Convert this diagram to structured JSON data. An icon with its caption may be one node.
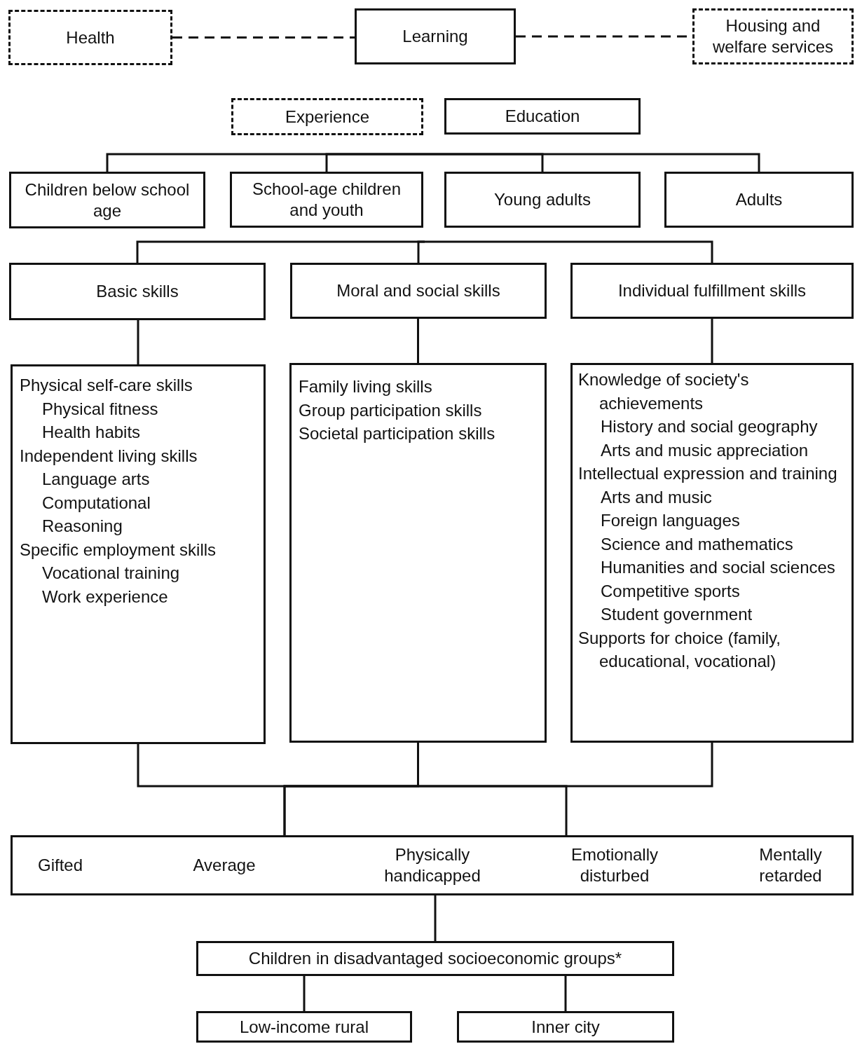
{
  "diagram": {
    "nodes": [
      {
        "text": [
          "Health"
        ]
      },
      {
        "text": [
          "Learning"
        ]
      },
      {
        "text": [
          "Housing and welfare services"
        ]
      },
      {
        "text": [
          "Experience"
        ]
      },
      {
        "text": [
          "Education"
        ]
      },
      {
        "text": [
          "Children below school age"
        ]
      },
      {
        "text": [
          "School-age children and youth"
        ]
      },
      {
        "text": [
          "Young adults"
        ]
      },
      {
        "text": [
          "Adults"
        ]
      },
      {
        "text": [
          "Basic skills"
        ]
      },
      {
        "text": [
          "Moral and social skills"
        ]
      },
      {
        "text": [
          "Individual fulfillment skills"
        ]
      },
      {
        "text": [
          "Physical self-care skills",
          "Physical fitness",
          "Health habits",
          "Independent living skills",
          "Language arts",
          "Computational",
          "Reasoning",
          "Specific employment skills",
          "Vocational training",
          "Work experience"
        ]
      },
      {
        "text": [
          "Family living skills",
          "Group participation skills",
          "Societal participation skills"
        ]
      },
      {
        "text": [
          "Knowledge of society's achievements",
          "History and social geography",
          "Arts and music appreciation",
          "Intellectual expression and training",
          "Arts and music",
          "Foreign languages",
          "Science and mathematics",
          "Humanities and social sciences",
          "Competitive sports",
          "Student government",
          "Supports for choice (family, educational, vocational)"
        ]
      },
      {
        "text": [
          "Gifted",
          "Average",
          "Physically handicapped",
          "Emotionally disturbed",
          "Mentally retarded"
        ]
      },
      {
        "text": [
          "Children in disadvantaged socioeconomic groups*"
        ]
      },
      {
        "text": [
          "Low-income rural"
        ]
      },
      {
        "text": [
          "Inner city"
        ]
      }
    ],
    "edges": [
      {
        "from": 0,
        "to": 1,
        "arrow": "none",
        "style": "dashed"
      },
      {
        "from": 1,
        "to": 2,
        "arrow": "none",
        "style": "dashed"
      },
      {
        "from": null,
        "to": 5,
        "arrow": "none"
      },
      {
        "from": null,
        "to": 6,
        "arrow": "none"
      },
      {
        "from": null,
        "to": 7,
        "arrow": "none"
      },
      {
        "from": null,
        "to": 8,
        "arrow": "none"
      },
      {
        "from": null,
        "to": 9,
        "arrow": "none"
      },
      {
        "from": null,
        "to": 10,
        "arrow": "none"
      },
      {
        "from": null,
        "to": 11,
        "arrow": "none"
      },
      {
        "from": 9,
        "to": 12,
        "arrow": "none"
      },
      {
        "from": 10,
        "to": 13,
        "arrow": "none"
      },
      {
        "from": 11,
        "to": 14,
        "arrow": "none"
      },
      {
        "from": 12,
        "to": 15,
        "arrow": "none"
      },
      {
        "from": 13,
        "to": 15,
        "arrow": "none"
      },
      {
        "from": 14,
        "to": 15,
        "arrow": "none"
      },
      {
        "from": 15,
        "to": 16,
        "arrow": "none"
      },
      {
        "from": 16,
        "to": 17,
        "arrow": "none"
      },
      {
        "from": 16,
        "to": 18,
        "arrow": "none"
      }
    ]
  }
}
